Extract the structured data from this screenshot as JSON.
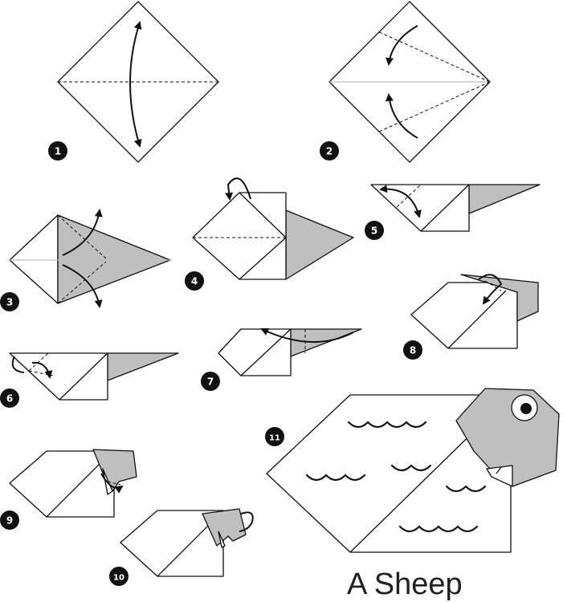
{
  "title": "A Sheep",
  "steps": [
    {
      "number": "1"
    },
    {
      "number": "2"
    },
    {
      "number": "3"
    },
    {
      "number": "4"
    },
    {
      "number": "5"
    },
    {
      "number": "6"
    },
    {
      "number": "7"
    },
    {
      "number": "8"
    },
    {
      "number": "9"
    },
    {
      "number": "10"
    },
    {
      "number": "11"
    }
  ],
  "colors": {
    "paper": "#ffffff",
    "grey_side": "#bfbfbf",
    "line": "#111111",
    "badge": "#111111"
  }
}
